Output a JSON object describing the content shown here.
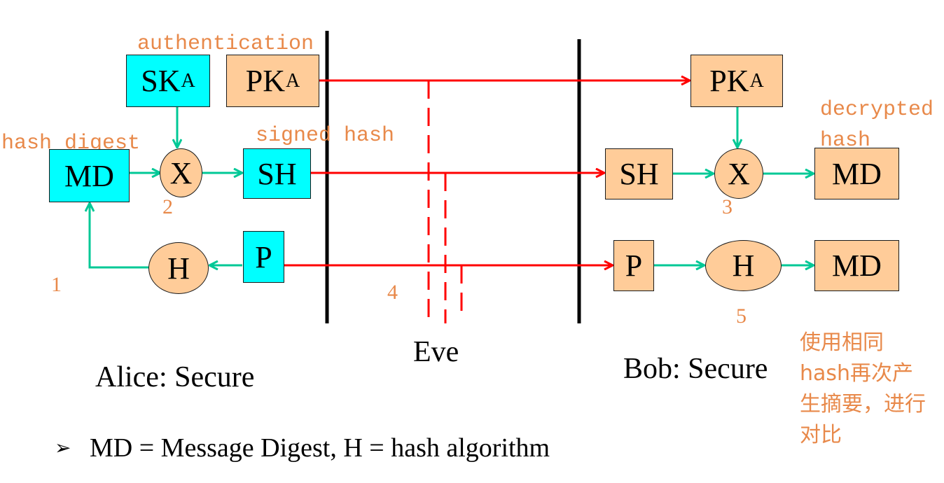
{
  "labels": {
    "authentication": "authentication",
    "hash_digest": "hash digest",
    "signed_hash": "signed hash",
    "decrypted_hash": "decrypted hash"
  },
  "nodes": {
    "alice_sk": {
      "main": "SK",
      "sub": "A"
    },
    "alice_pk": {
      "main": "PK",
      "sub": "A"
    },
    "alice_md": "MD",
    "alice_x": "X",
    "alice_sh": "SH",
    "alice_h": "H",
    "alice_p": "P",
    "bob_pk": {
      "main": "PK",
      "sub": "A"
    },
    "bob_sh": "SH",
    "bob_x": "X",
    "bob_md_top": "MD",
    "bob_p": "P",
    "bob_h": "H",
    "bob_md_bottom": "MD"
  },
  "steps": [
    "1",
    "2",
    "3",
    "4",
    "5"
  ],
  "eve": "Eve",
  "alice_caption": "Alice: Secure",
  "bob_caption": "Bob: Secure",
  "bob_note": "使用相同hash再次产生摘要，进行对比",
  "footnote": {
    "bullet": "➢",
    "text": "MD = Message Digest, H = hash algorithm"
  },
  "colors": {
    "cyan": "#00ffff",
    "peach": "#ffcc99",
    "red_arrow": "#ff0000",
    "green_arrow": "#00c896",
    "annotation": "#e8894a"
  }
}
